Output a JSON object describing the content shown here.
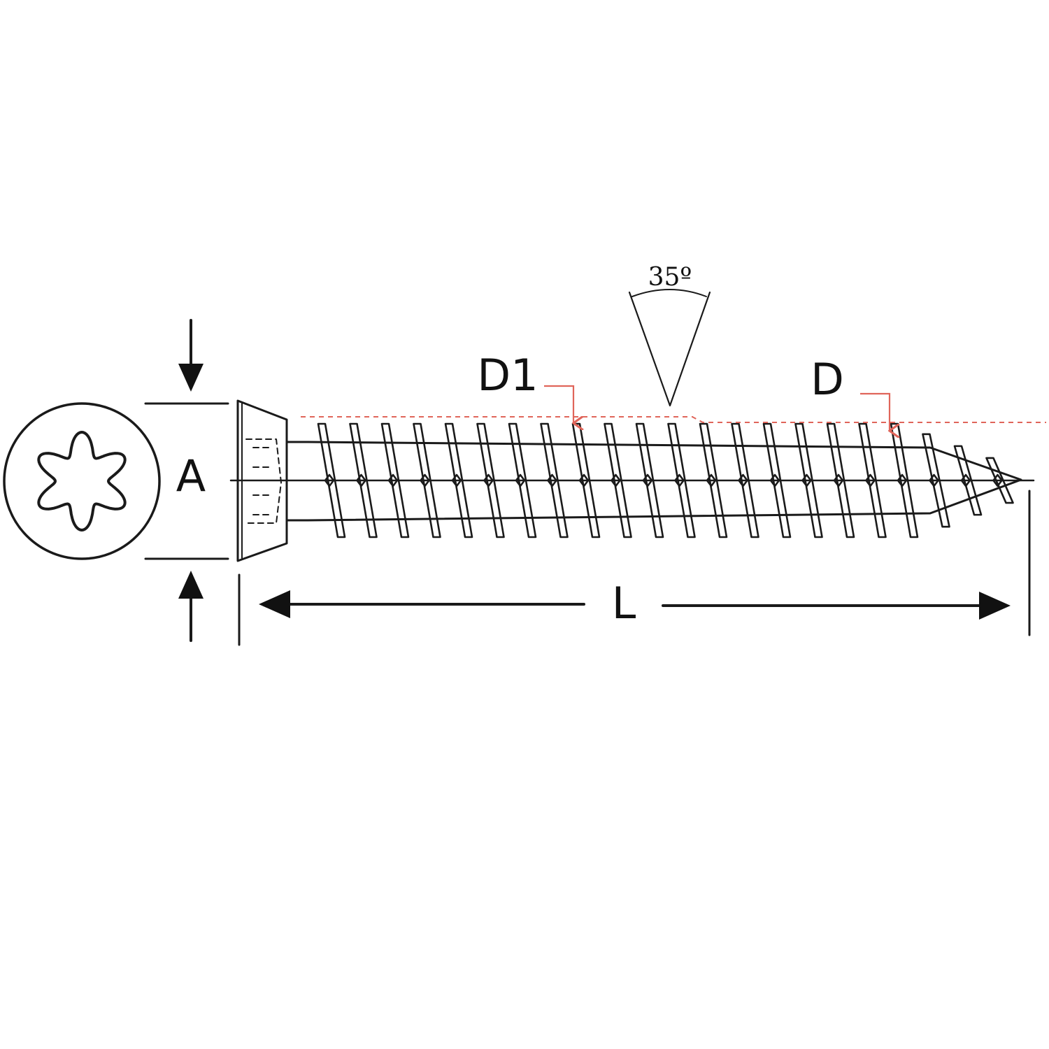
{
  "diagram": {
    "labels": {
      "head_diameter": "A",
      "core_diameter": "D1",
      "thread_diameter": "D",
      "length": "L",
      "thread_angle": "35º"
    },
    "colors": {
      "line": "#1a1a1a",
      "highlight": "#e0655a",
      "background": "#ffffff"
    },
    "icons": {
      "drive": "torx-star-icon"
    }
  }
}
